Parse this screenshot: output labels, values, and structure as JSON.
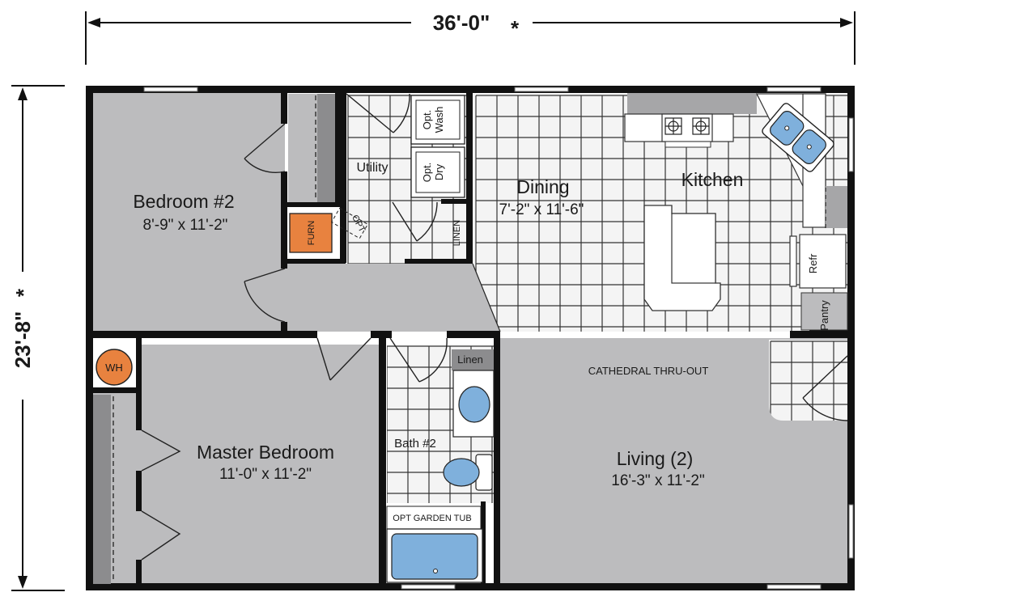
{
  "plan": {
    "overall_width": "36'-0\"",
    "overall_depth": "23'-8\"",
    "asterisk": "*",
    "rooms": {
      "bedroom2": {
        "name": "Bedroom #2",
        "size": "8'-9\" x 11'-2\""
      },
      "master": {
        "name": "Master Bedroom",
        "size": "11'-0\" x 11'-2\""
      },
      "dining": {
        "name": "Dining",
        "size": "7'-2\" x 11'-6\""
      },
      "kitchen": {
        "name": "Kitchen"
      },
      "living": {
        "name": "Living (2)",
        "size": "16'-3\" x 11'-2\"",
        "note": "CATHEDRAL THRU-OUT"
      },
      "utility": {
        "name": "Utility"
      },
      "bath2": {
        "name": "Bath #2"
      }
    },
    "fixtures": {
      "opt_wash": [
        "Opt.",
        "Wash"
      ],
      "opt_dry": [
        "Opt.",
        "Dry"
      ],
      "furn": "FURN",
      "opt": "OPT",
      "linen_utility": "LINEN",
      "linen_bath": "Linen",
      "wh": "WH",
      "refr": "Refr",
      "pantry": "Pantry",
      "garden_tub": "OPT GARDEN TUB"
    },
    "colors": {
      "wall": "#111111",
      "room_gray": "#bcbcbe",
      "dark_gray": "#8c8c8e",
      "tile": "#f4f4f4",
      "fixture_blue": "#7fb0dc",
      "furnace_orange": "#e8823f",
      "counter_gray": "#a6a6a8"
    }
  }
}
